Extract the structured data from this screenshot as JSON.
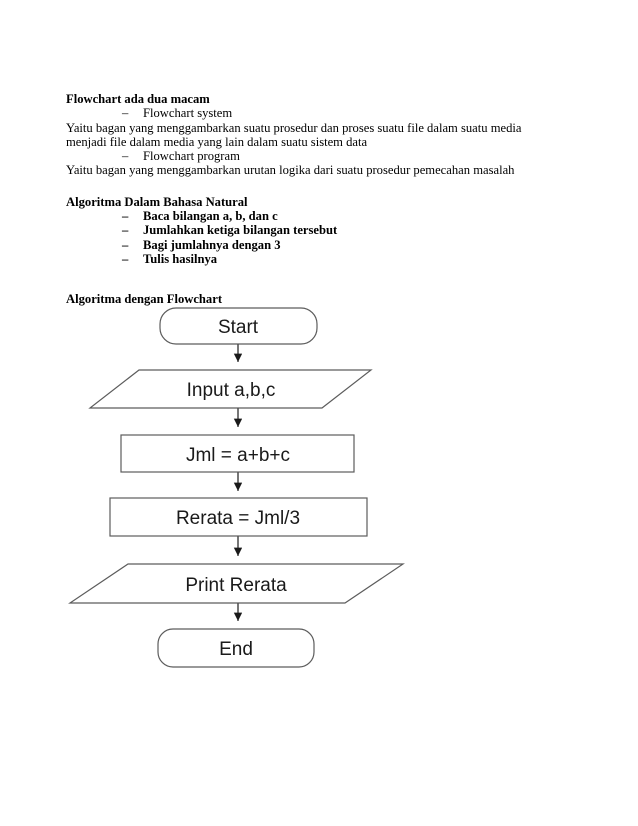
{
  "page": {
    "background": "#ffffff",
    "text_color": "#000000"
  },
  "document": {
    "section_flowchart_types": {
      "heading": "Flowchart ada dua macam",
      "bullet_dash": "–",
      "item1": "Flowchart system",
      "desc1_line1": "Yaitu bagan yang menggambarkan suatu prosedur dan proses suatu file dalam suatu media",
      "desc1_line2": "menjadi file dalam media yang lain dalam suatu sistem data",
      "item2": "Flowchart program",
      "desc2": "Yaitu bagan yang menggambarkan urutan logika dari suatu prosedur pemecahan masalah"
    },
    "section_natural_language": {
      "heading": "Algoritma Dalam Bahasa Natural",
      "bullet_dash": "–",
      "items": [
        "Baca bilangan a, b, dan c",
        "Jumlahkan ketiga bilangan tersebut",
        "Bagi jumlahnya dengan 3",
        "Tulis hasilnya"
      ]
    },
    "section_flowchart_diagram": {
      "heading": "Algoritma dengan Flowchart"
    }
  },
  "flowchart": {
    "shape_stroke_color": "#5c5c5c",
    "arrow_color": "#1a1a1a",
    "nodes": [
      {
        "id": "start",
        "type": "terminator",
        "label": "Start"
      },
      {
        "id": "input-abc",
        "type": "parallelogram",
        "label": "Input a,b,c"
      },
      {
        "id": "process-sum",
        "type": "process",
        "label": "Jml = a+b+c"
      },
      {
        "id": "process-average",
        "type": "process",
        "label": "Rerata = Jml/3"
      },
      {
        "id": "output-rerata",
        "type": "parallelogram",
        "label": "Print Rerata"
      },
      {
        "id": "end",
        "type": "terminator",
        "label": "End"
      }
    ]
  }
}
